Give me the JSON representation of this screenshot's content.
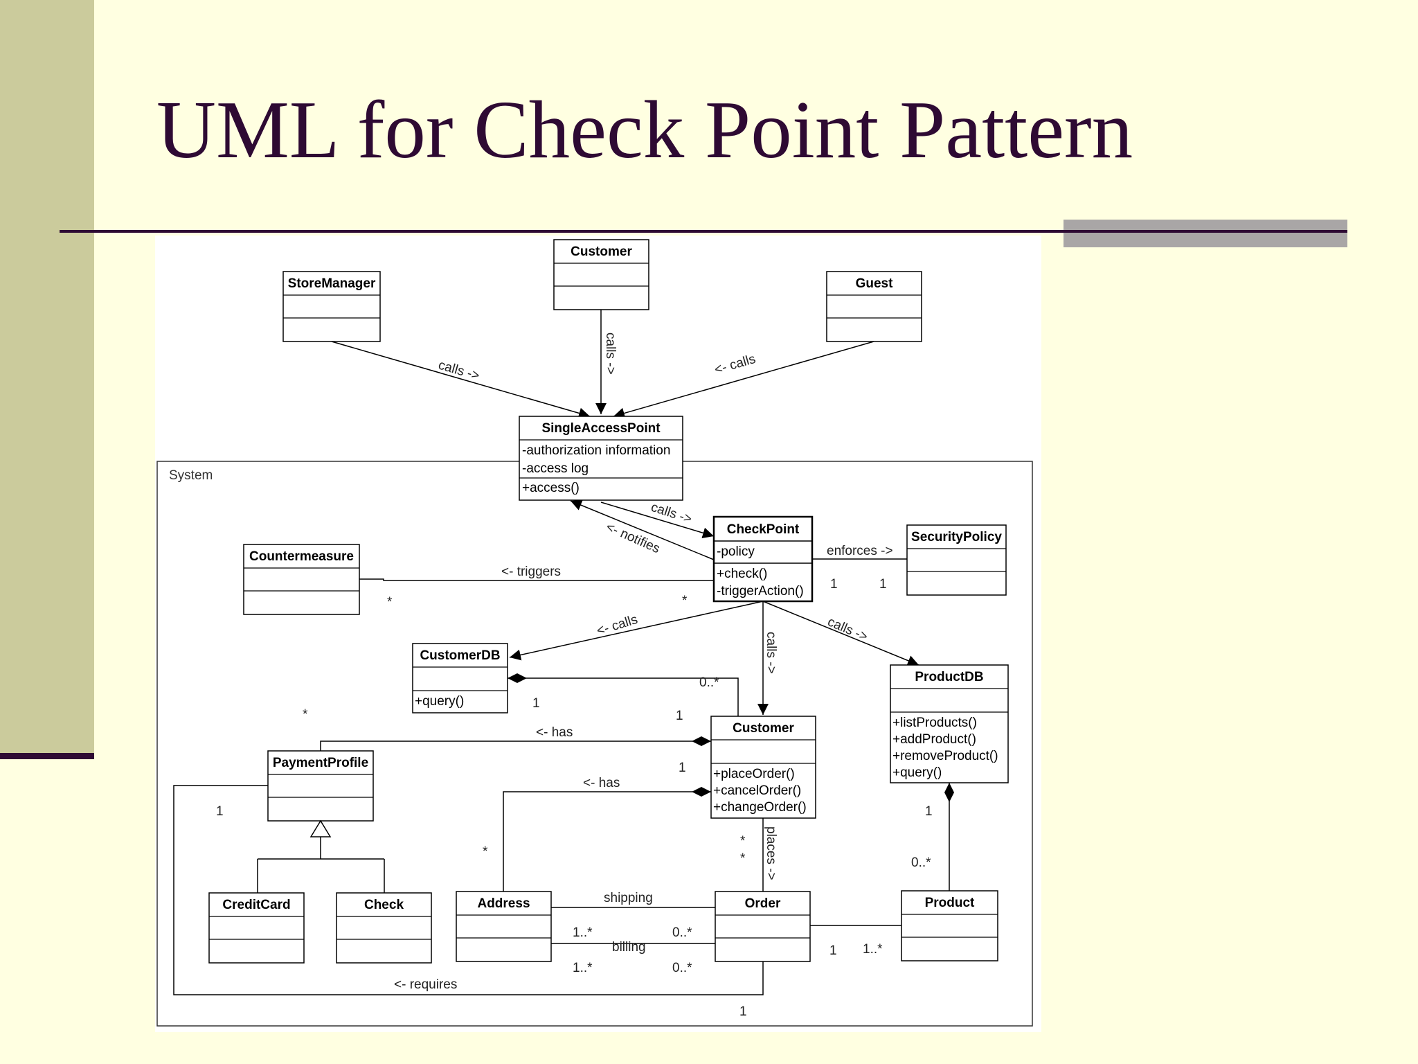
{
  "slide": {
    "title": "UML for Check Point Pattern"
  },
  "diagram": {
    "package_label": "System",
    "classes": {
      "customer_actor": {
        "name": "Customer"
      },
      "store_manager": {
        "name": "StoreManager"
      },
      "guest": {
        "name": "Guest"
      },
      "single_access_point": {
        "name": "SingleAccessPoint",
        "attributes": [
          "-authorization information",
          "-access log"
        ],
        "operations": [
          "+access()"
        ]
      },
      "check_point": {
        "name": "CheckPoint",
        "attributes": [
          "-policy"
        ],
        "operations": [
          "+check()",
          "-triggerAction()"
        ]
      },
      "security_policy": {
        "name": "SecurityPolicy"
      },
      "countermeasure": {
        "name": "Countermeasure"
      },
      "customer_db": {
        "name": "CustomerDB",
        "operations": [
          "+query()"
        ]
      },
      "product_db": {
        "name": "ProductDB",
        "operations": [
          "+listProducts()",
          "+addProduct()",
          "+removeProduct()",
          "+query()"
        ]
      },
      "customer": {
        "name": "Customer",
        "operations": [
          "+placeOrder()",
          "+cancelOrder()",
          "+changeOrder()"
        ]
      },
      "payment_profile": {
        "name": "PaymentProfile"
      },
      "credit_card": {
        "name": "CreditCard"
      },
      "check": {
        "name": "Check"
      },
      "address": {
        "name": "Address"
      },
      "order": {
        "name": "Order"
      },
      "product": {
        "name": "Product"
      }
    },
    "labels": {
      "calls_sm": "calls ->",
      "calls_cust": "calls ->",
      "calls_guest": "<- calls",
      "calls_sap_cp": "calls ->",
      "notifies": "<- notifies",
      "enforces": "enforces ->",
      "triggers": "<- triggers",
      "calls_cdb": "<- calls",
      "calls_customer": "calls ->",
      "calls_pdb": "calls ->",
      "has_payment": "<- has",
      "has_address": "<- has",
      "places": "places ->",
      "shipping": "shipping",
      "billing": "billing",
      "requires": "<- requires"
    },
    "multiplicities": {
      "enforces_left": "1",
      "enforces_right": "1",
      "triggers_left": "*",
      "triggers_right": "*",
      "cdb_customer_cdb": "1",
      "cdb_customer_cust": "0..*",
      "payment_profile_many": "*",
      "payment_customer_one": "1",
      "address_customer_one": "1",
      "address_many": "*",
      "places_top": "*",
      "places_bottom": "*",
      "requires_profile": "1",
      "requires_order": "1",
      "productdb_one": "1",
      "product_many": "0..*",
      "ship_address": "1..*",
      "ship_order": "0..*",
      "bill_address": "1..*",
      "bill_order": "0..*",
      "order_product_one": "1",
      "order_product_many": "1..*"
    }
  }
}
